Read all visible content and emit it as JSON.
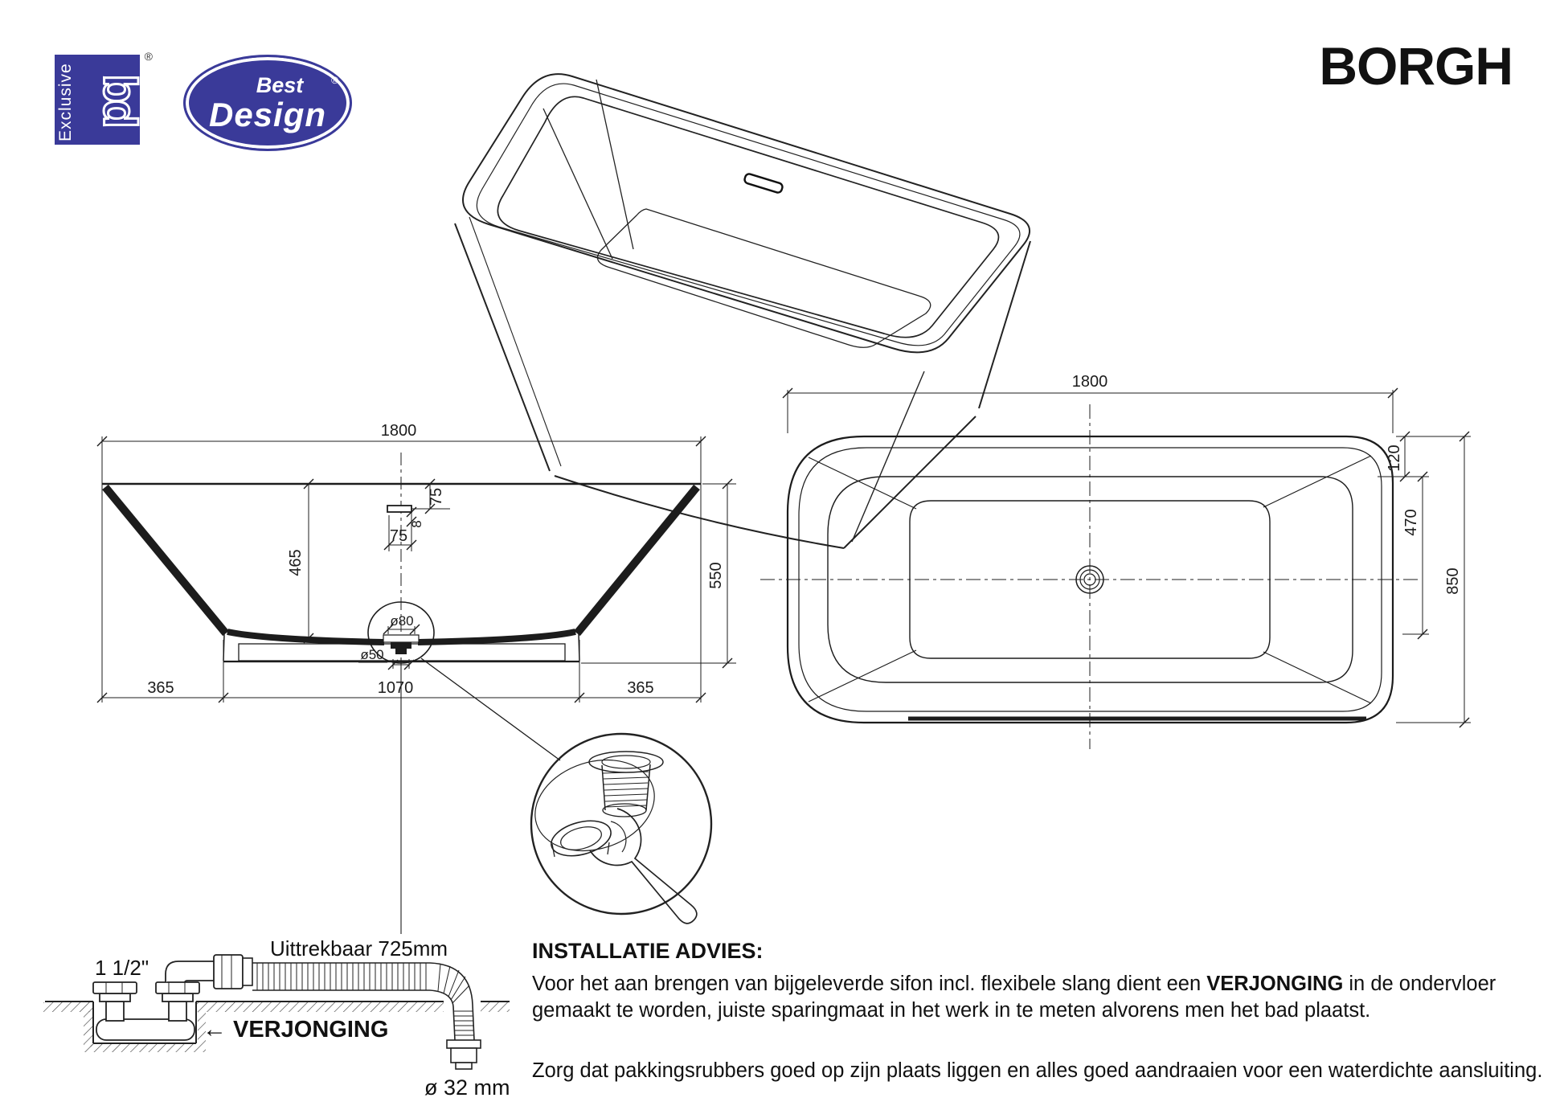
{
  "header": {
    "brand_square": {
      "vertical_text": "Exclusive",
      "monogram": "bd",
      "registered": "®"
    },
    "brand_oval": {
      "line1": "Best",
      "line2": "Design",
      "registered": "®"
    },
    "product_title": "BORGH"
  },
  "colors": {
    "brand_blue": "#3a3a99",
    "line": "#1c1c1c"
  },
  "front_view": {
    "dims": {
      "width": "1800",
      "inner_height": "465",
      "height": "550",
      "overflow_offset": "75",
      "overflow_height": "8",
      "overflow_width": "75",
      "drain_recess": "ø80",
      "drain_hole": "ø50",
      "foot_left": "365",
      "base": "1070",
      "foot_right": "365"
    }
  },
  "top_view": {
    "dims": {
      "width": "1800",
      "rim": "120",
      "inner": "470",
      "depth": "850"
    }
  },
  "siphon": {
    "connection": "1 1/2\"",
    "extendable": "Uittrekbaar 725mm",
    "recess_arrow": "←",
    "recess_label": "VERJONGING",
    "hose_diameter": "ø 32 mm"
  },
  "advice": {
    "title": "INSTALLATIE ADVIES:",
    "p1_before": "Voor het aan brengen van bijgeleverde sifon incl. flexibele slang dient een ",
    "p1_bold": "VERJONGING",
    "p1_after": " in de ondervloer gemaakt te worden, juiste sparingmaat in het werk in te meten alvorens men het bad plaatst.",
    "p2": "Zorg dat pakkingsrubbers goed op zijn plaats liggen en alles goed aandraaien voor een waterdichte aansluiting."
  }
}
